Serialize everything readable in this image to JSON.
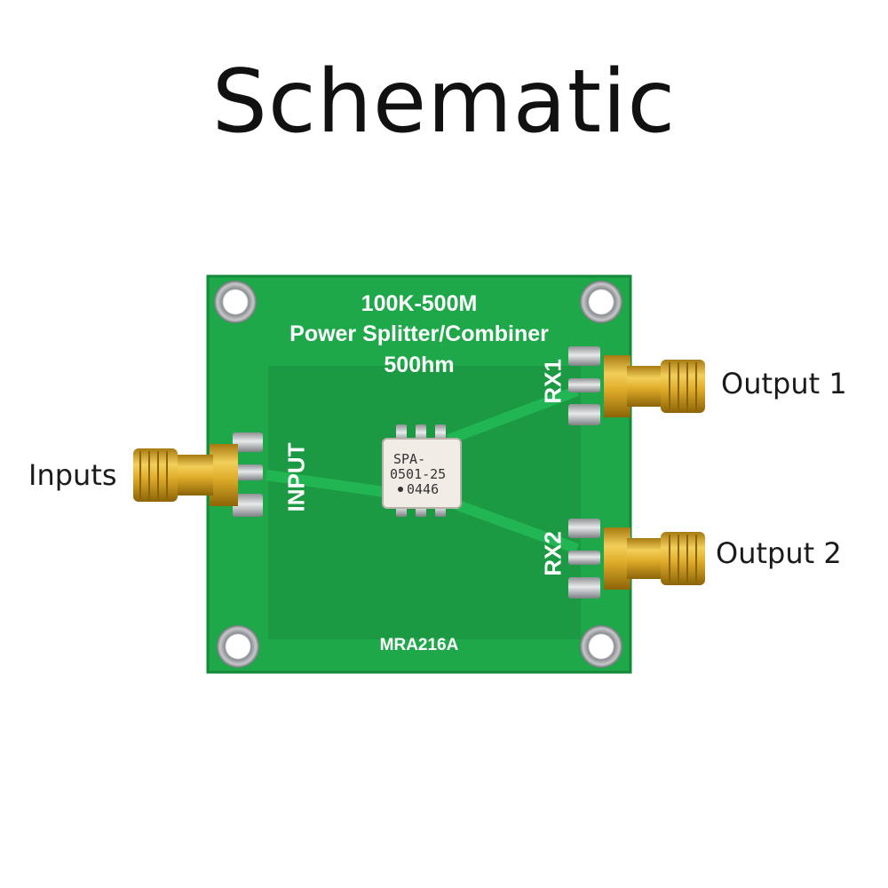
{
  "title": "Schematic",
  "callouts": {
    "inputs": "Inputs",
    "output1": "Output 1",
    "output2": "Output 2"
  },
  "board": {
    "line1": "100K-500M",
    "line2": "Power Splitter/Combiner",
    "line3": "500hm",
    "input_label": "INPUT",
    "rx1_label": "RX1",
    "rx2_label": "RX2",
    "model": "MRA216A"
  },
  "chip": {
    "line1": "SPA-",
    "line2": "0501-25",
    "line3": "0446"
  },
  "colors": {
    "pcb_green": "#1ea84a",
    "copper_pour": "#1b9a43",
    "gold": "#d9a420",
    "silver_pad": "#b9bcbf"
  }
}
